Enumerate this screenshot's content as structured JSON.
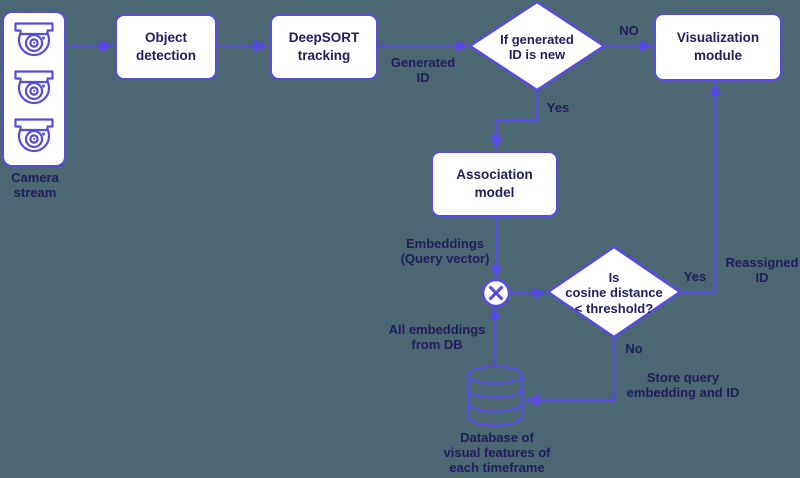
{
  "colors": {
    "background": "#4B6771",
    "accent": "#574AE2",
    "text": "#211D5E",
    "node_fill": "#FFFFFF"
  },
  "nodes": {
    "camera_stream": {
      "label": "Camera\nstream"
    },
    "object_detection": {
      "label": "Object\ndetection"
    },
    "deepsort_tracking": {
      "label": "DeepSORT\ntracking"
    },
    "id_new_decision": {
      "label": "If generated\nID is new"
    },
    "visualization_module": {
      "label": "Visualization\nmodule"
    },
    "association_model": {
      "label": "Association\nmodel"
    },
    "cosine_decision": {
      "label": "Is\ncosine distance\n< threshold?"
    },
    "database": {
      "label": "Database of\nvisual features of\neach timeframe"
    }
  },
  "edge_labels": {
    "generated_id": "Generated\nID",
    "no_upper": "NO",
    "yes_upper": "Yes",
    "embeddings": "Embeddings\n(Query vector)",
    "all_embeddings": "All embeddings\nfrom DB",
    "yes_right": "Yes",
    "no_lower": "No",
    "reassigned_id": "Reassigned\nID",
    "store_query": "Store query\nembedding and ID"
  },
  "icons": {
    "camera": "camera-icon",
    "database": "database-icon",
    "multiply": "multiply-node-icon"
  }
}
